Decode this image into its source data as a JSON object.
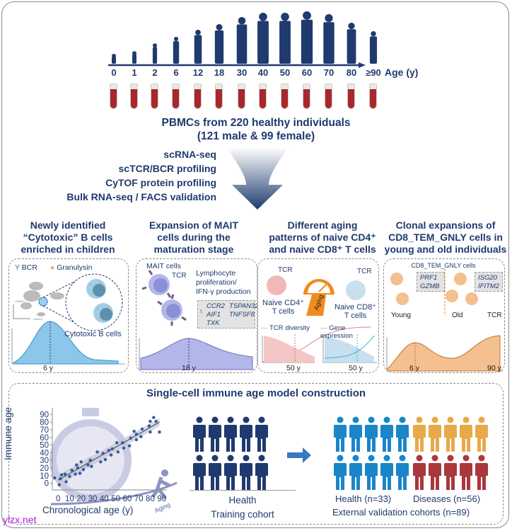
{
  "timeline": {
    "ages": [
      "0",
      "1",
      "2",
      "6",
      "12",
      "18",
      "30",
      "40",
      "50",
      "60",
      "70",
      "80",
      "≥90"
    ],
    "axis_label": "Age (y)"
  },
  "cohort": {
    "line1": "PBMCs from 220 healthy individuals",
    "line2": "(121 male & 99 female)"
  },
  "methods": [
    "scRNA-seq",
    "scTCR/BCR profiling",
    "CyTOF protein profiling",
    "Bulk RNA-seq / FACS validation"
  ],
  "panels": [
    {
      "title": [
        "Newly identified",
        "“Cytotoxic” B cells",
        "enriched in children"
      ],
      "legend_bcr": "BCR",
      "legend_granulysin": "Granulysin",
      "cell_label": "Cytotoxic B cells",
      "umap_x": "UMAP1",
      "umap_y": "UMAP2",
      "peak_label": "6 y",
      "color": "#5aaee0"
    },
    {
      "title": [
        "Expansion of MAIT",
        "cells during the",
        "maturation stage"
      ],
      "cell_label": "MAIT cells",
      "tcr": "TCR",
      "function": [
        "Lymphocyte",
        "proliferation/",
        "IFN-γ production"
      ],
      "genes": [
        "CCR2",
        "TSPAN32",
        "AIF1",
        "TNFSF8",
        "TXK"
      ],
      "peak_label": "18 y",
      "color": "#8b8fd6"
    },
    {
      "title": [
        "Different aging",
        "patterns of naive CD4⁺",
        "and naive CD8⁺ T cells"
      ],
      "tcr_left": "TCR",
      "tcr_right": "TCR",
      "gauge_label": "Aging",
      "cd4_label": [
        "Naive CD4⁺",
        "T cells"
      ],
      "cd8_label": [
        "Naive CD8⁺",
        "T cells"
      ],
      "legend_diversity": "TCR diversity",
      "legend_expression": "Gene expression",
      "peak_left": "50 y",
      "peak_right": "50 y"
    },
    {
      "title": [
        "Clonal expansions of",
        "CD8_TEM_GNLY cells in",
        "young and old individuals"
      ],
      "subtitle": "CD8_TEM_GNLY cells",
      "genes_young": [
        "PRF1",
        "GZMB"
      ],
      "genes_old": [
        "ISG20",
        "IFITM2"
      ],
      "young_label": "Young",
      "old_label": "Old",
      "tcr": "TCR",
      "peak_left": "6 y",
      "peak_right": "90 y",
      "color": "#f4c08f"
    }
  ],
  "model": {
    "title": "Single-cell immune age model construction",
    "aging_label": "Aging",
    "training_label1": "Health",
    "training_label2": "Training cohort",
    "health_label": "Health (n=33)",
    "diseases_label": "Diseases (n=56)",
    "validation_label": "External validation cohorts (n=89)"
  },
  "chart_data": {
    "type": "scatter",
    "xlabel": "Chronological age (y)",
    "ylabel": "Immune age",
    "x_ticks": [
      "0",
      "10",
      "20",
      "30",
      "40",
      "50",
      "60",
      "70",
      "80",
      "90"
    ],
    "y_ticks": [
      "0",
      "10",
      "20",
      "30",
      "40",
      "50",
      "60",
      "70",
      "80",
      "90"
    ],
    "xlim": [
      -5,
      92
    ],
    "ylim": [
      -5,
      95
    ],
    "points": [
      [
        -3,
        7
      ],
      [
        1,
        -2
      ],
      [
        2,
        6
      ],
      [
        3,
        11
      ],
      [
        6,
        12
      ],
      [
        7,
        2
      ],
      [
        10,
        9
      ],
      [
        12,
        17
      ],
      [
        15,
        12
      ],
      [
        16,
        24
      ],
      [
        17,
        20
      ],
      [
        19,
        13
      ],
      [
        20,
        28
      ],
      [
        22,
        18
      ],
      [
        26,
        24
      ],
      [
        28,
        30
      ],
      [
        29,
        22
      ],
      [
        34,
        41
      ],
      [
        37,
        28
      ],
      [
        39,
        39
      ],
      [
        41,
        31
      ],
      [
        44,
        43
      ],
      [
        46,
        37
      ],
      [
        47,
        45
      ],
      [
        51,
        53
      ],
      [
        52,
        41
      ],
      [
        56,
        53
      ],
      [
        57,
        46
      ],
      [
        62,
        49
      ],
      [
        63,
        59
      ],
      [
        66,
        68
      ],
      [
        68,
        57
      ],
      [
        68,
        64
      ],
      [
        72,
        61
      ],
      [
        73,
        71
      ],
      [
        79,
        75
      ],
      [
        80,
        67
      ],
      [
        80,
        81
      ],
      [
        83,
        86
      ],
      [
        85,
        81
      ],
      [
        88,
        67
      ]
    ],
    "fit": [
      [
        0,
        4
      ],
      [
        88,
        80
      ]
    ],
    "grid": false
  },
  "watermark": "ylzx.net",
  "colors": {
    "navy": "#1f3a6e",
    "health_blue": "#1a86c8",
    "disease_gold": "#e8a94a",
    "disease_red": "#a8383c",
    "tube_red": "#a8272c"
  }
}
